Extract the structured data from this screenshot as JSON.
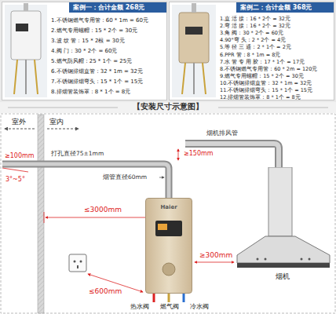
{
  "diagram": {
    "title": "【安装尺寸示意图】",
    "nodes": [
      {
        "text": [
          "案例一：合计金额 268元",
          "1.不锈钢燃气专用管：60 * 1m = 60元",
          "2.燃气专用螺帽：15 * 2个 = 30元",
          "3.波 纹 管：15 * 2根 = 30元",
          "4.阀 门：30 * 2个 = 60元",
          "5.燃气防风帽：25 * 1个 = 25元",
          "6.不锈钢排烟直管：32 * 1m = 32元",
          "7.不锈钢排烟弯头：15 * 1个 = 15元",
          "8.排烟管装饰罩：8 * 1个 = 8元"
        ]
      },
      {
        "text": [
          "案例二：合计金额 368元",
          "1.直 活 接：16 * 2个 = 32元",
          "2.弯 活 接：16 * 2个 = 32元",
          "3.角 阀：30 * 2个 = 60元",
          "4.90°弯 头：2 * 2个 = 4元",
          "5.等 径 三 通：2 * 1个 = 2元",
          "6.PPR 管：8 * 1m = 8元",
          "7.水 管 专 用 胶：17 * 1个 = 17元",
          "8.不锈钢燃气专用管：60 * 2m = 120元",
          "9.燃气专用螺帽：15 * 2个 = 30元",
          "10.不锈钢排烟直管：32 * 1m = 32元",
          "11.不锈钢排烟弯头：15 * 1个 = 15元",
          "12.排烟管装饰罩：8 * 1个 = 8元"
        ]
      },
      {
        "text": [
          "Haier"
        ]
      },
      {
        "text": [
          "烟机"
        ]
      }
    ],
    "labels": [
      "室外",
      "室内",
      "烟机排风管",
      "≥100mm",
      "打孔直径75±1mm",
      "≥150mm",
      "3°~5°",
      "烟管直径60mm",
      "≤3000mm",
      "≥300mm",
      "≤600mm",
      "热水阀",
      "燃气阀",
      "冷水阀"
    ]
  }
}
